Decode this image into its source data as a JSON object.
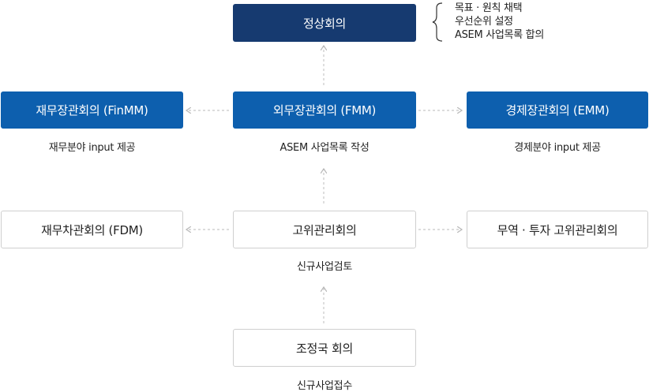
{
  "nodes": {
    "summit": "정상회의",
    "fmm": "외무장관회의 (FMM)",
    "finmm": "재무장관회의 (FinMM)",
    "emm": "경제장관회의 (EMM)",
    "fdm": "재무차관회의 (FDM)",
    "som": "고위관리회의",
    "trade_som": "무역 · 투자 고위관리회의",
    "coordinator": "조정국 회의"
  },
  "captions": {
    "fmm": "ASEM 사업목록 작성",
    "finmm": "재무분야 input 제공",
    "emm": "경제분야 input 제공",
    "som": "신규사업검토",
    "coordinator": "신규사업접수"
  },
  "summit_notes": [
    "목표 · 원칙 채택",
    "우선순위 설정",
    "ASEM 사업목록 합의"
  ],
  "colors": {
    "summit_fill": "#163a70",
    "minister_fill": "#0d5fae",
    "official_border": "#cfcfcf",
    "arrow": "#c8c8c8"
  }
}
